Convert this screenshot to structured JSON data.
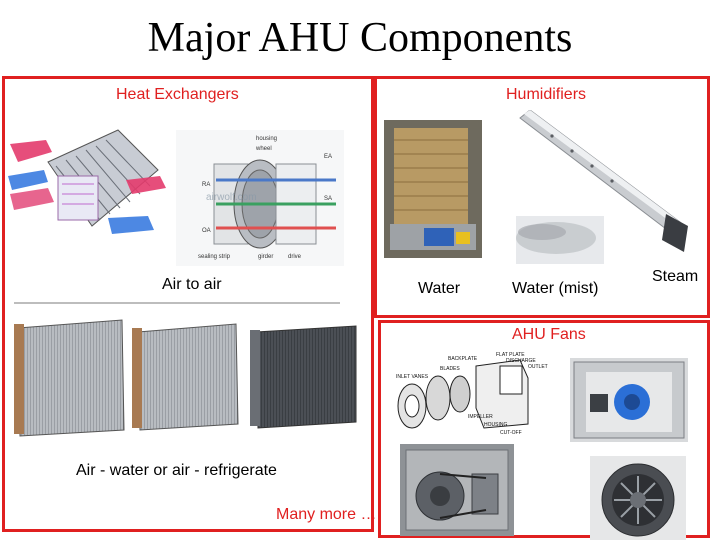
{
  "slide": {
    "title": "Major AHU Components",
    "many_more": "Many more …"
  },
  "heat_exchangers": {
    "heading": "Heat Exchangers",
    "air_to_air": "Air to air",
    "air_water": "Air - water or air - refrigerate",
    "diagram_labels": [
      "housing",
      "wheel",
      "EA",
      "RA",
      "OA",
      "SA",
      "sealing strip",
      "girder",
      "drive"
    ],
    "watermark": "airwolf.com"
  },
  "humidifiers": {
    "heading": "Humidifiers",
    "water": "Water",
    "water_mist": "Water (mist)",
    "steam": "Steam"
  },
  "fans": {
    "heading": "AHU Fans",
    "diagram_labels": [
      "BACKPLATE",
      "BLADES",
      "FLAT PLATE",
      "INLET VANES",
      "IMPELLER",
      "CUT-OFF",
      "HOUSING",
      "OUTLET",
      "DISCHARGE"
    ]
  },
  "colors": {
    "accent": "#e02020"
  }
}
